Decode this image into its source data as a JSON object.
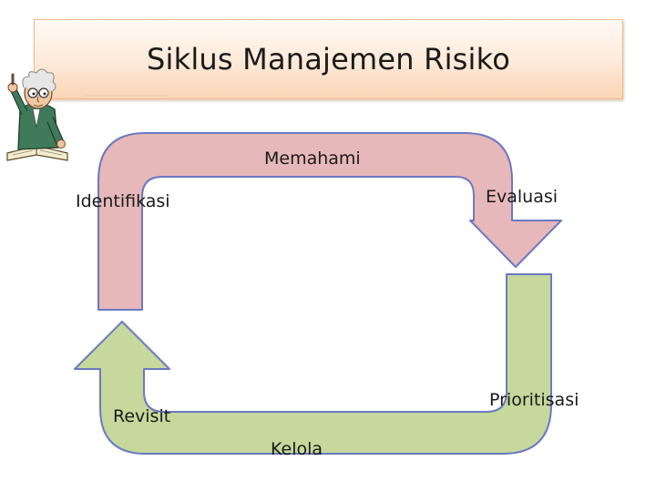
{
  "title": "Siklus Manajemen Risiko",
  "labels": {
    "understand": "Memahami",
    "identify": "Identifikasi",
    "evaluate": "Evaluasi",
    "prioritize": "Prioritisasi",
    "manage": "Kelola",
    "revisit": "Revisit"
  },
  "colors": {
    "top_arrow_fill": "#e7b8b9",
    "bottom_arrow_fill": "#c6d89b",
    "arrow_stroke": "#6b79c2",
    "title_fill": "#fde9d8",
    "title_border": "#f2b889"
  },
  "icons": {
    "mascot": "professor-with-book-icon"
  }
}
